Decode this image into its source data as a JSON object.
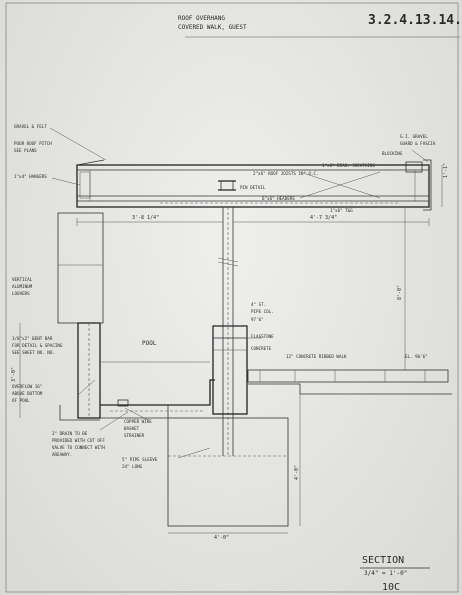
{
  "title": {
    "line1": "ROOF OVERHANG",
    "line2": "COVERED WALK, GUEST",
    "date": "3.2.4.13.14."
  },
  "notes": {
    "gravel_felt": "GRAVEL & FELT",
    "pitch_1": "POUR ROOF PITCH",
    "pitch_2": "SEE PLANS",
    "hangers": "1\"x4\" HANGERS",
    "gi_gravel_1": "G.I. GRAVEL",
    "gi_gravel_2": "GUARD & FASCIA",
    "blocking": "BLOCKING",
    "sheathing": "1\"x6\" DIAG. SHEATHING",
    "joists": "2\"x6\" ROOF JOISTS 16\" O.C.",
    "pin_detail": "PIN DETAIL",
    "headers": "6\"x6\" HEADERS",
    "louvers_1": "VERTICAL",
    "louvers_2": "ALUMINUM",
    "louvers_3": "LOUVERS",
    "rebar_1": "3/8\"x2\" BENT BAR",
    "rebar_2": "FOR DETAIL & SPACING",
    "rebar_3": "SEE SHEET NO. NO.",
    "pool": "POOL",
    "pipe_col_1": "4\" ST.",
    "pipe_col_2": "PIPE COL.",
    "elev_97": "97'6\"",
    "flagstone_1": "FLAGSTONE",
    "flagstone_2": "CONCRETE",
    "walk": "12\" CONCRETE RIBBED WALK",
    "el96": "EL. 96'6\"",
    "overflow_1": "OVERFLOW 16\"",
    "overflow_2": "ABOVE BOTTOM",
    "overflow_3": "OF POOL",
    "drain_1": "3\" DRAIN TO BE",
    "drain_2": "PROVIDED WITH CUT OFF",
    "drain_3": "VALVE TO CONNECT WITH",
    "drain_4": "AREAWAY.",
    "copper_1": "COPPER WIRE",
    "copper_2": "BASKET",
    "copper_3": "STRAINER",
    "sleeve_1": "5\" PIPE SLEEVE",
    "sleeve_2": "24\" LONG"
  },
  "dims": {
    "d_left": "3'-8 1/4\"",
    "d_right": "4'-7 3/4\"",
    "d_right2": "1\"x6\" T&G",
    "d_fascia": "1'-1\"",
    "d_height": "8'-0\"",
    "d_depth": "4'-0\"",
    "d_footing": "4'-0\"",
    "d_left_side": "3'-0\""
  },
  "stamp": {
    "section": "SECTION",
    "scale": "3/4\" = 1'-0\"",
    "sheet": "10C"
  }
}
